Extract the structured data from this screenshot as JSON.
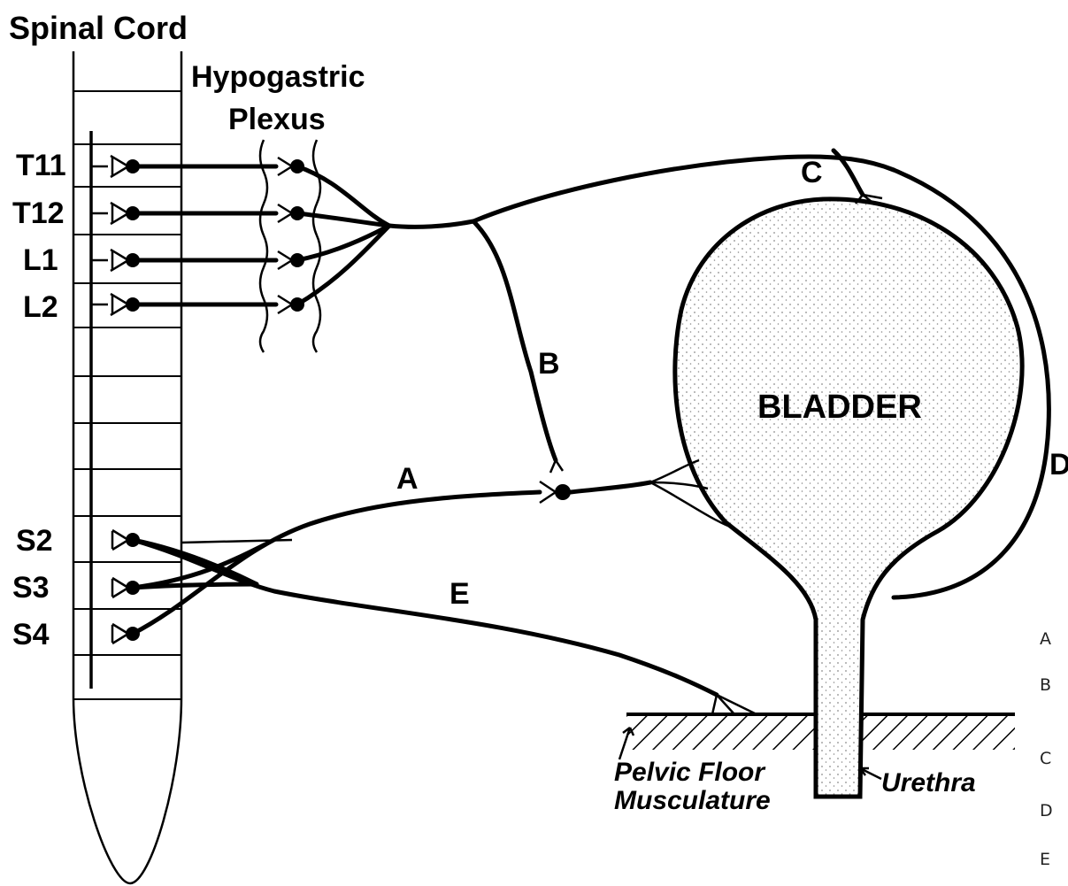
{
  "title": "Spinal Cord",
  "plexus": {
    "line1": "Hypogastric",
    "line2": "Plexus"
  },
  "segments": [
    "T11",
    "T12",
    "L1",
    "L2",
    "S2",
    "S3",
    "S4"
  ],
  "nerve_labels": {
    "a": "A",
    "b": "B",
    "c": "C",
    "d": "D",
    "e": "E"
  },
  "organ": "BLADDER",
  "pelvic": {
    "line1": "Pelvic Floor",
    "line2": "Musculature"
  },
  "urethra": "Urethra",
  "side_options": [
    "A",
    "B",
    "C",
    "D",
    "E"
  ],
  "colors": {
    "ink": "#000000",
    "stipple": "#9a9a9a",
    "background": "#ffffff"
  }
}
